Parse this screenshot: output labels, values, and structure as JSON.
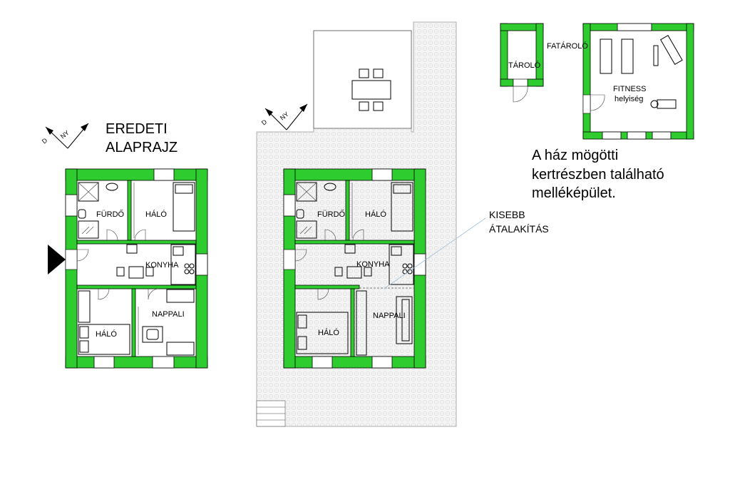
{
  "colors": {
    "wall": "#2ecc2e",
    "line": "#000000",
    "paving": "#f2f2f2"
  },
  "plan_original": {
    "title_line1": "EREDETI",
    "title_line2": "ALAPRAJZ",
    "compass": {
      "south": "D",
      "west": "NY"
    },
    "rooms": {
      "bath": "FÜRDŐ",
      "bed_top": "HÁLÓ",
      "kitchen": "KONYHA",
      "bed_bottom": "HÁLÓ",
      "living": "NAPPALI"
    }
  },
  "plan_modified": {
    "compass": {
      "south": "D",
      "west": "NY"
    },
    "annotation_line1": "KISEBB",
    "annotation_line2": "ÁTALAKÍTÁS",
    "rooms": {
      "bath": "FÜRDŐ",
      "bed_top": "HÁLÓ",
      "kitchen": "KONYHA",
      "bed_bottom": "HÁLÓ",
      "living": "NAPPALI"
    }
  },
  "outbuilding": {
    "rooms": {
      "storage": "TÁROLÓ",
      "wood_storage": "FATÁROLÓ",
      "fitness_line1": "FITNESS",
      "fitness_line2": "helyiség"
    },
    "caption_line1": "A ház mögötti",
    "caption_line2": "kertrészben található",
    "caption_line3": "melléképület."
  }
}
